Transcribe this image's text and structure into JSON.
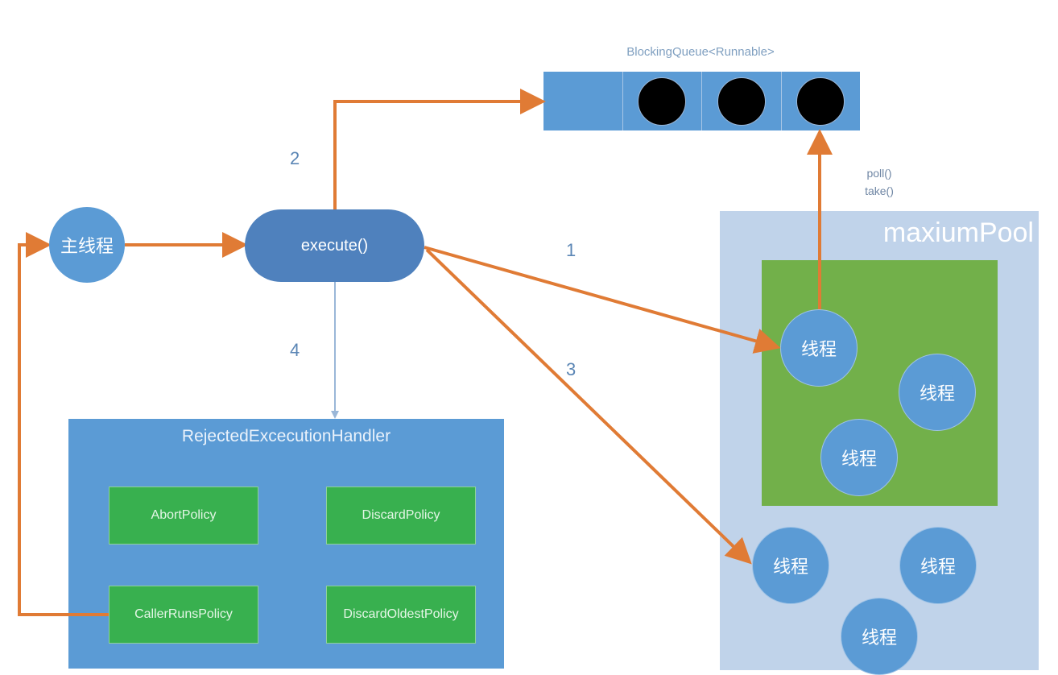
{
  "queue": {
    "title": "BlockingQueue<Runnable>",
    "slots": [
      {
        "filled": false
      },
      {
        "filled": true
      },
      {
        "filled": true
      },
      {
        "filled": true
      }
    ]
  },
  "steps": {
    "one": "1",
    "two": "2",
    "three": "3",
    "four": "4"
  },
  "nodes": {
    "main_thread": "主线程",
    "execute": "execute()"
  },
  "poll": {
    "line1": "poll()",
    "line2": "take()"
  },
  "pool": {
    "title": "maxiumPool",
    "core_threads": [
      "线程",
      "线程",
      "线程"
    ],
    "extra_threads": [
      "线程",
      "线程",
      "线程"
    ]
  },
  "handler": {
    "title": "RejectedExcecutionHandler",
    "policies": [
      "AbortPolicy",
      "DiscardPolicy",
      "CallerRunsPolicy",
      "DiscardOldestPolicy"
    ]
  },
  "colors": {
    "arrow": "#e07b35",
    "node_blue": "#5b9bd5",
    "execute_blue": "#4f81bd",
    "core_green": "#72b04a",
    "policy_green": "#38b04f",
    "pool_bg": "#c0d3ea",
    "thin_arrow": "#9ab7d8"
  }
}
